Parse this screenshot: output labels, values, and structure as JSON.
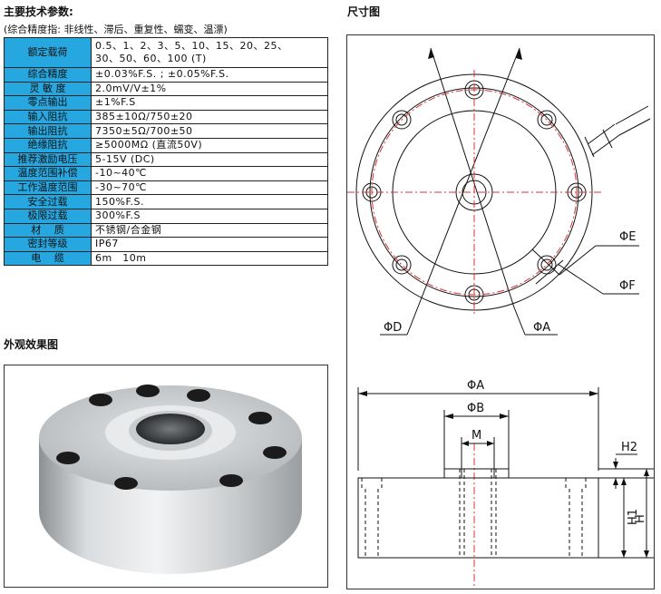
{
  "headings": {
    "specs": "主要技术参数:",
    "dimensions": "尺寸图",
    "appearance": "外观效果图"
  },
  "accuracy_note": "(综合精度指: 非线性、滞后、重复性、蠕变、温漂)",
  "spec_rows": [
    {
      "label": "额定载荷",
      "value_line1": "0.5、1、2、3、5、10、15、20、25、",
      "value_line2": "30、50、60、100 (T)"
    },
    {
      "label": "综合精度",
      "value": "±0.03%F.S. ; ±0.05%F.S."
    },
    {
      "label": "灵 敏 度",
      "value": "2.0mV/V±1%"
    },
    {
      "label": "零点输出",
      "value": "±1%F.S"
    },
    {
      "label": "输入阻抗",
      "value": "385±10Ω/750±20"
    },
    {
      "label": "输出阻抗",
      "value": "7350±5Ω/700±50"
    },
    {
      "label": "绝缘阻抗",
      "value": "≥5000MΩ (直流50V)"
    },
    {
      "label": "推荐激励电压",
      "value": "5-15V (DC)"
    },
    {
      "label": "温度范围补偿",
      "value": "-10~40℃"
    },
    {
      "label": "工作温度范围",
      "value": "-30~70℃"
    },
    {
      "label": "安全过载",
      "value": "150%F.S."
    },
    {
      "label": "极限过载",
      "value": "300%F.S"
    },
    {
      "label": "材　 质",
      "value": "不锈钢/合金钢"
    },
    {
      "label": "密封等级",
      "value": "IP67"
    },
    {
      "label": "电　 缆",
      "value": "6m　10m"
    }
  ],
  "drawing_labels": {
    "phi_e": "ΦE",
    "phi_f": "ΦF",
    "phi_d": "ΦD",
    "phi_a_top": "ΦA",
    "phi_a_side": "ΦA",
    "phi_b": "ΦB",
    "m": "M",
    "h2": "H2",
    "h1": "H1",
    "h": "H"
  },
  "colors": {
    "label_bg": "#27a7e0",
    "centerline": "#e03030"
  }
}
